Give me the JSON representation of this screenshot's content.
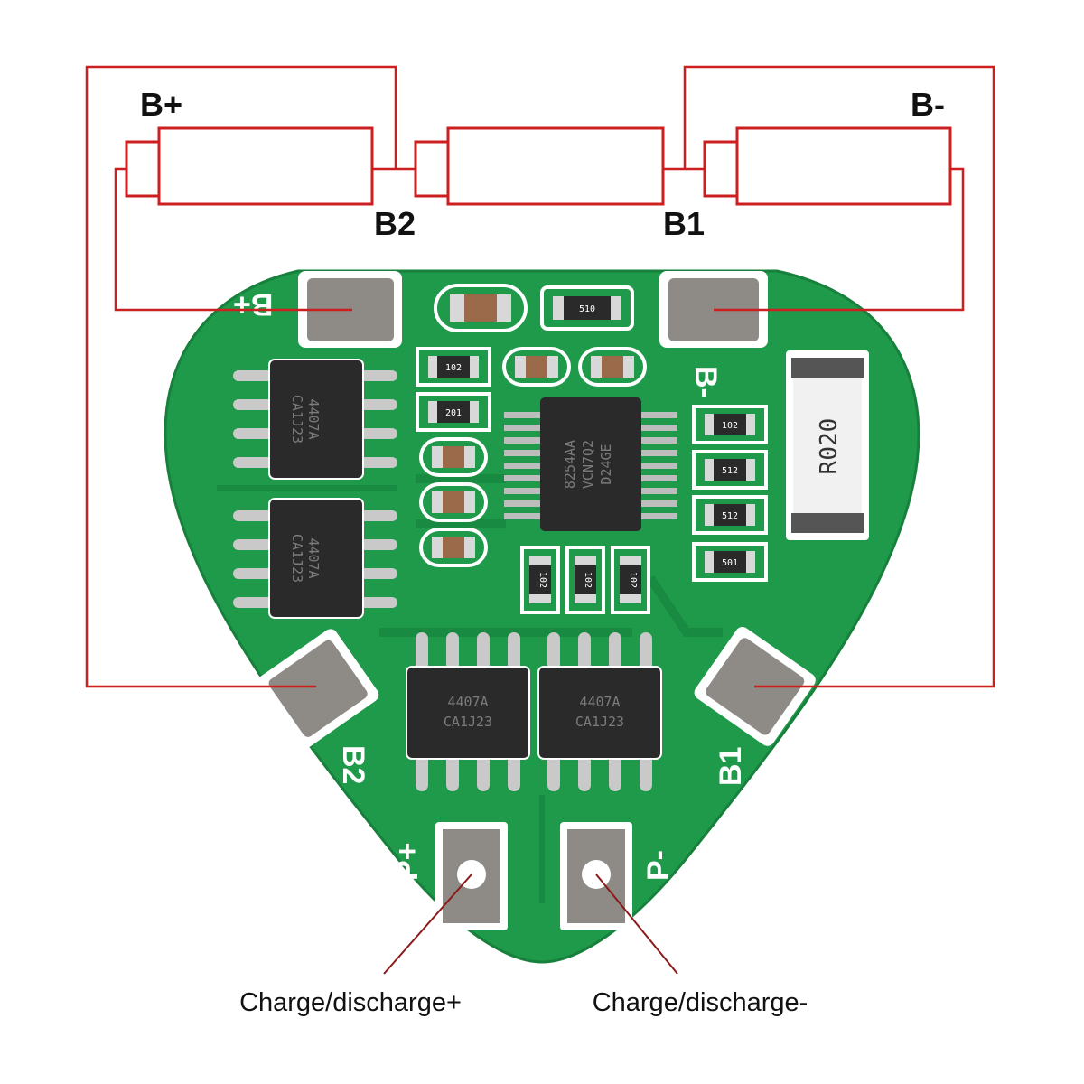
{
  "colors": {
    "wire": "#cc1f1f",
    "pcb": "#1f9a4a",
    "pcb_dark": "#17803c",
    "pad": "#8e8a86",
    "chip": "#2a2a2a"
  },
  "cell_labels": {
    "b_plus": "B+",
    "b_minus": "B-",
    "b2": "B2",
    "b1": "B1"
  },
  "board_silkscreen": {
    "b_plus": "B+",
    "b_minus": "B-",
    "b2": "B2",
    "b1": "B1",
    "p_plus": "P+",
    "p_minus": "P-"
  },
  "terminal_captions": {
    "charge_plus": "Charge/discharge+",
    "charge_minus": "Charge/discharge-"
  },
  "components": {
    "mosfet_line1": "4407A",
    "mosfet_line2": "CA1J23",
    "ic_line1": "8254AA",
    "ic_line2": "VCN7Q2",
    "ic_line3": "D24GE",
    "shunt": "R020",
    "smd_102": "102",
    "smd_201": "201",
    "smd_512": "512",
    "smd_510": "510",
    "smd_501": "501"
  }
}
